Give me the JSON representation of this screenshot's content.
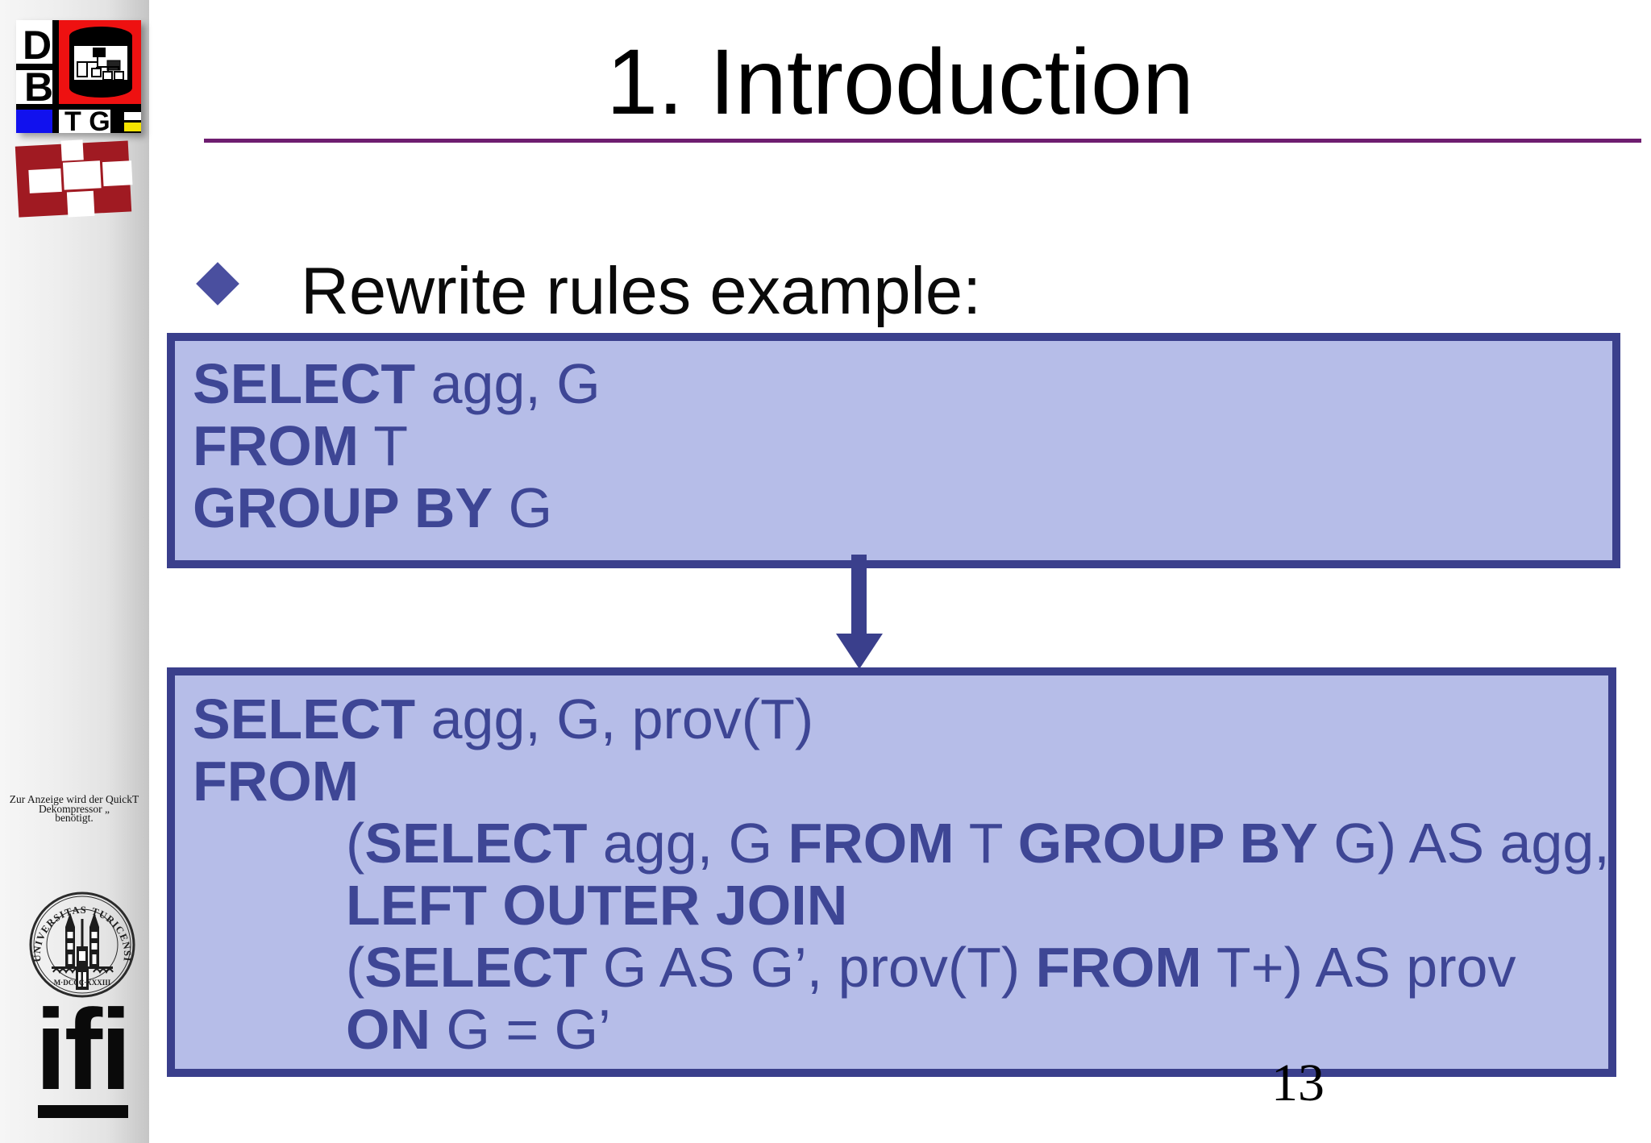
{
  "slide": {
    "title": "1. Introduction",
    "bullet_text": "Rewrite rules example:",
    "page_number": "13"
  },
  "sidebar": {
    "dbtg_logo": {
      "letter_d": "D",
      "letter_b": "B",
      "letters_tg": "T G"
    },
    "quicktime_notice": {
      "line1": "Zur Anzeige wird der QuickT",
      "line2": "Dekompressor „",
      "line3": "benötigt."
    },
    "seal": {
      "text_left": "UNIVERSITAS",
      "text_right": "TURICENSIS",
      "year": "M·DCCC·XXXIII"
    },
    "ifi_label": "ifi"
  },
  "sql_boxes": [
    {
      "lines": [
        {
          "indent": false,
          "segments": [
            {
              "t": "SELECT",
              "b": true
            },
            {
              "t": " agg, G",
              "b": false
            }
          ]
        },
        {
          "indent": false,
          "segments": [
            {
              "t": "FROM",
              "b": true
            },
            {
              "t": " T",
              "b": false
            }
          ]
        },
        {
          "indent": false,
          "segments": [
            {
              "t": "GROUP BY",
              "b": true
            },
            {
              "t": " G",
              "b": false
            }
          ]
        }
      ]
    },
    {
      "lines": [
        {
          "indent": false,
          "segments": [
            {
              "t": "SELECT",
              "b": true
            },
            {
              "t": " agg, G, prov(T)",
              "b": false
            }
          ]
        },
        {
          "indent": false,
          "segments": [
            {
              "t": "FROM",
              "b": true
            }
          ]
        },
        {
          "indent": true,
          "segments": [
            {
              "t": "(",
              "b": false
            },
            {
              "t": "SELECT",
              "b": true
            },
            {
              "t": " agg, G ",
              "b": false
            },
            {
              "t": "FROM",
              "b": true
            },
            {
              "t": " T ",
              "b": false
            },
            {
              "t": "GROUP BY",
              "b": true
            },
            {
              "t": " G) AS agg,",
              "b": false
            }
          ]
        },
        {
          "indent": true,
          "segments": [
            {
              "t": "LEFT OUTER JOIN",
              "b": true
            }
          ]
        },
        {
          "indent": true,
          "segments": [
            {
              "t": "(",
              "b": false
            },
            {
              "t": "SELECT",
              "b": true
            },
            {
              "t": " G AS G’, prov(T) ",
              "b": false
            },
            {
              "t": "FROM",
              "b": true
            },
            {
              "t": " T+) AS prov",
              "b": false
            }
          ]
        },
        {
          "indent": true,
          "segments": [
            {
              "t": "ON",
              "b": true
            },
            {
              "t": " G = G’",
              "b": false
            }
          ]
        }
      ]
    }
  ],
  "colors": {
    "navy": "#3a3f8c",
    "navytext": "#3e4695",
    "boxfill": "#b6bde8",
    "purple": "#6e1d70",
    "diamond": "#4a4f9f",
    "logo_red": "#ee1111",
    "logo_blue": "#1111ee",
    "logo_yellow": "#f5e400",
    "cross_red": "#a01a22"
  }
}
